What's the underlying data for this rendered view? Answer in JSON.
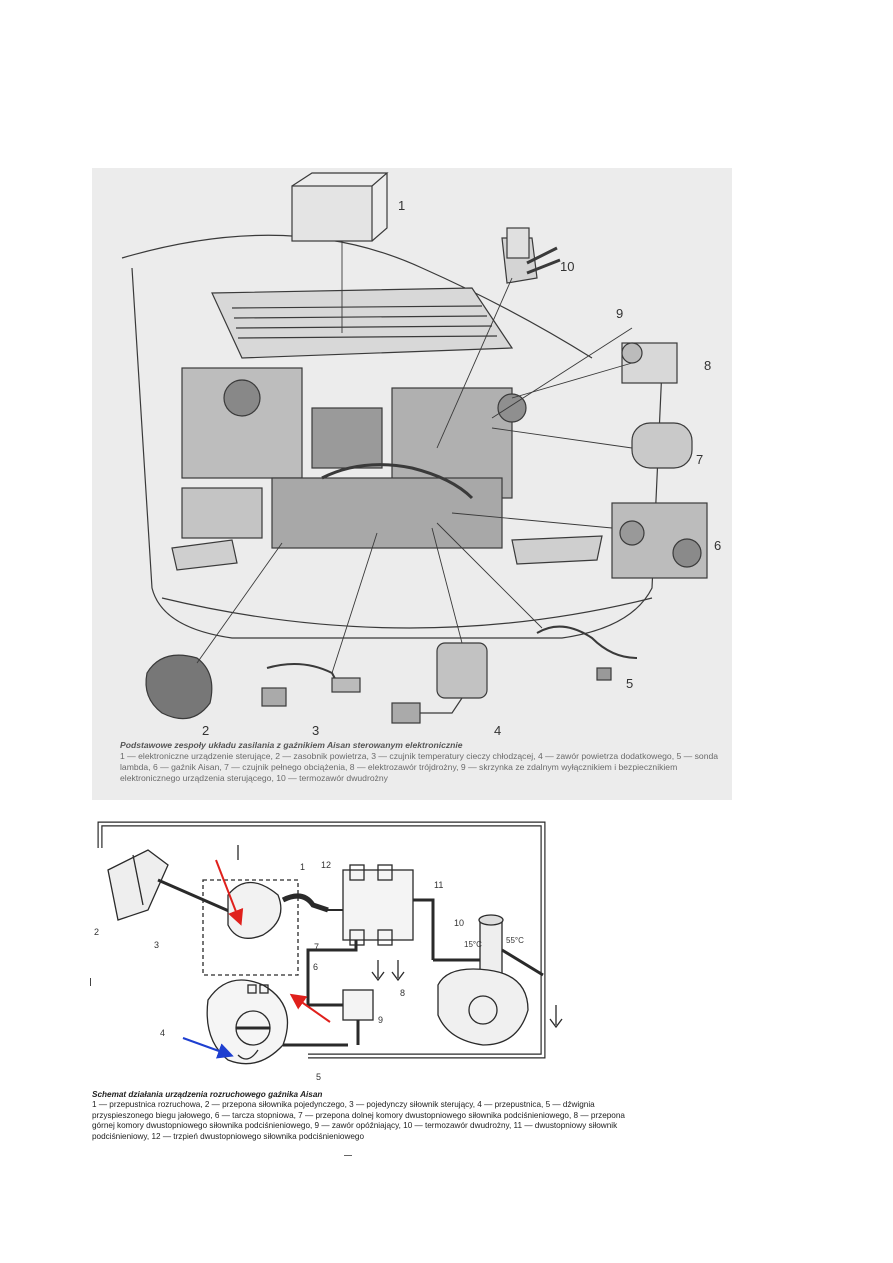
{
  "top_figure": {
    "labels": [
      "1",
      "2",
      "3",
      "4",
      "5",
      "6",
      "7",
      "8",
      "9",
      "10"
    ],
    "caption_title": "Podstawowe zespoły układu zasilania z gaźnikiem Aisan sterowanym elektronicznie",
    "caption_body": "1 — elektroniczne urządzenie sterujące, 2 — zasobnik powietrza, 3 — czujnik temperatury cieczy chłodzącej, 4 — zawór powietrza dodatkowego, 5 — sonda lambda, 6 — gaźnik Aisan, 7 — czujnik pełnego obciążenia, 8 — elektrozawór trójdrożny, 9 — skrzynka ze zdalnym wyłącznikiem i bezpiecznikiem elektronicznego urządzenia sterującego, 10 — termozawór dwudrożny"
  },
  "bottom_figure": {
    "labels": [
      "1",
      "2",
      "3",
      "4",
      "5",
      "6",
      "7",
      "8",
      "9",
      "10",
      "11",
      "12"
    ],
    "temp_low": "15°C",
    "temp_high": "55°C",
    "caption_title": "Schemat działania urządzenia rozruchowego gaźnika Aisan",
    "caption_body": "1 — przepustnica rozruchowa, 2 — przepona siłownika pojedynczego, 3 — pojedynczy siłownik sterujący, 4 — przepustnica, 5 — dźwignia przyspieszonego biegu jałowego, 6 — tarcza stopniowa, 7 — przepona dolnej komory dwustopniowego siłownika podciśnieniowego, 8 — przepona górnej komory dwustopniowego siłownika podciśnieniowego, 9 — zawór opóźniający, 10 — termozawór dwudrożny, 11 — dwustopniowy siłownik podciśnieniowy, 12 — trzpień dwustopniowego siłownika podciśnieniowego"
  },
  "colors": {
    "arrow_red": "#e0201c",
    "arrow_blue": "#1e3fd0",
    "line": "#2a2a2a"
  }
}
